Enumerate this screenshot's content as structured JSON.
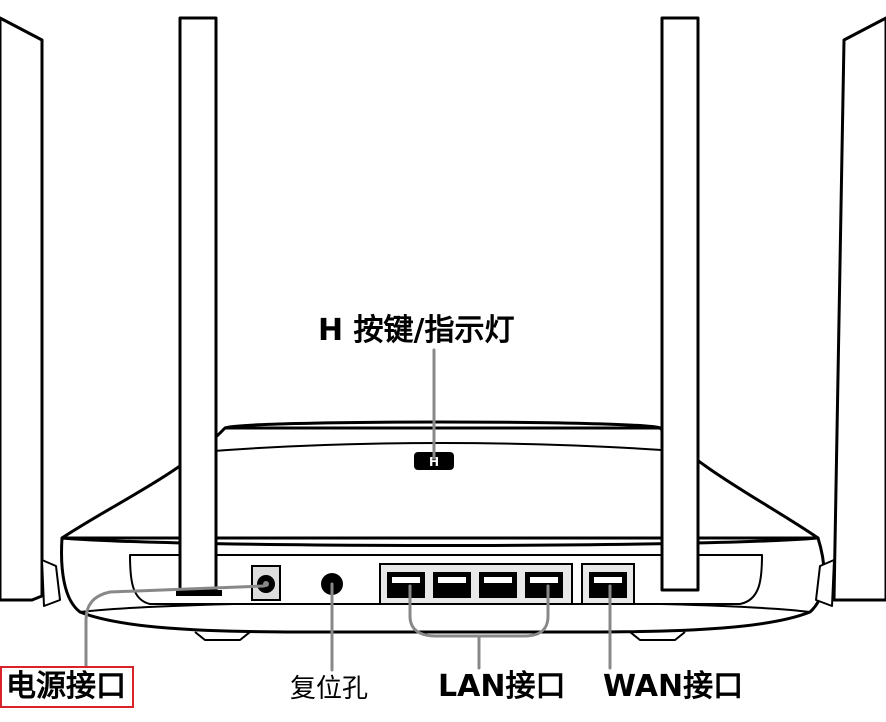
{
  "labels": {
    "h_button": "H 按键/指示灯",
    "power_port": "电源接口",
    "reset_hole": "复位孔",
    "lan_port": "LAN接口",
    "wan_port": "WAN接口"
  },
  "highlight": {
    "target": "power_port",
    "color": "#d8232a"
  }
}
